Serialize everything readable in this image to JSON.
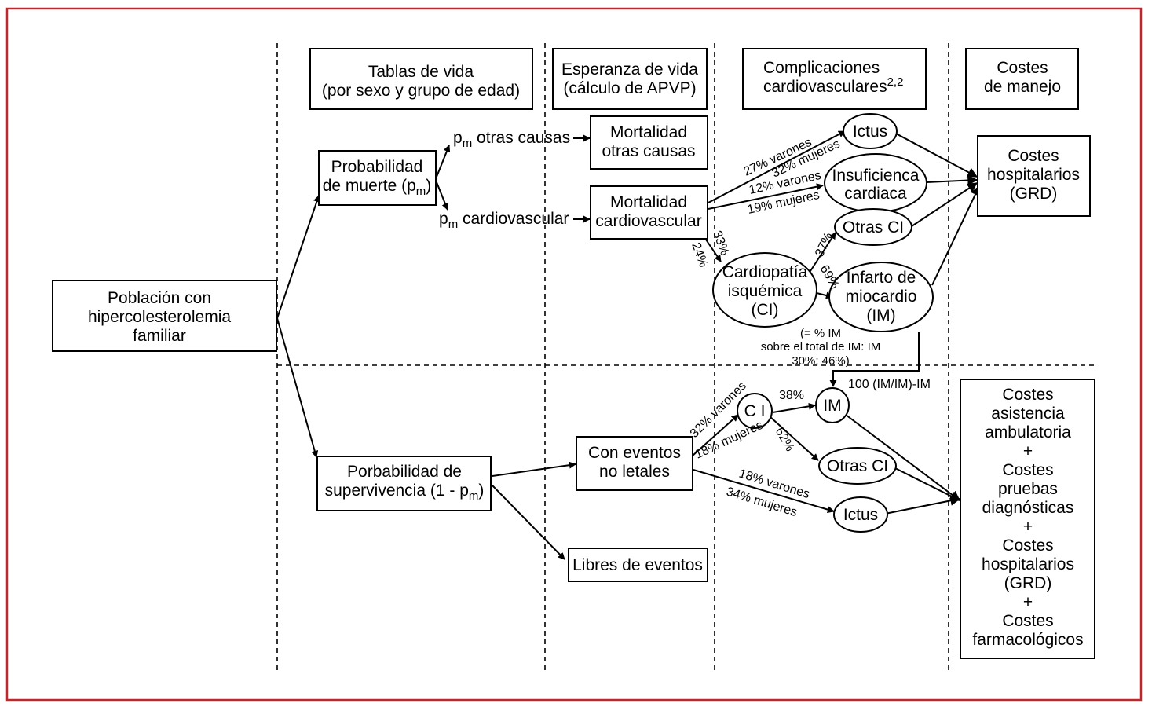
{
  "colors": {
    "frame": "#c0272d",
    "ink": "#000000"
  },
  "headers": {
    "tablas": [
      "Tablas de vida",
      "(por sexo y grupo de edad)"
    ],
    "esperanza": [
      "Esperanza de vida",
      "(cálculo de APVP)"
    ],
    "complicaciones": [
      "Complicaciones",
      "cardiovasculares",
      "2,2"
    ],
    "costes": [
      "Costes",
      "de manejo"
    ]
  },
  "nodes": {
    "poblacion": [
      "Población con",
      "hipercolesterolemia",
      "familiar"
    ],
    "prob_muerte": [
      "Probabilidad",
      "de muerte (p",
      "m",
      ")"
    ],
    "prob_superv": [
      "Porbabilidad de",
      "supervivencia (1 - p",
      "m",
      ")"
    ],
    "pm_otras": [
      "p",
      "m",
      " otras causas"
    ],
    "pm_cardio": [
      "p",
      "m",
      " cardiovascular"
    ],
    "mort_otras": [
      "Mortalidad",
      "otras causas"
    ],
    "mort_cardio": [
      "Mortalidad",
      "cardiovascular"
    ],
    "con_eventos": [
      "Con eventos",
      "no letales"
    ],
    "libres": "Libres de eventos",
    "ictus_top": "Ictus",
    "insuf": [
      "Insuficienca",
      "cardiaca"
    ],
    "otras_ci_top": "Otras CI",
    "cardiopatia": [
      "Cardiopatía",
      "isquémica",
      "(CI)"
    ],
    "infarto": [
      "Infarto de",
      "miocardio",
      "(IM)"
    ],
    "costes_hosp": [
      "Costes",
      "hospitalarios",
      "(GRD)"
    ],
    "ci_bottom": "C I",
    "im_bottom": "IM",
    "otras_ci_bottom": "Otras CI",
    "ictus_bottom": "Ictus",
    "costes_asist": [
      "Costes",
      "asistencia",
      "ambulatoria",
      "+",
      "Costes",
      "pruebas",
      "diagnósticas",
      "+",
      "Costes",
      "hospitalarios",
      "(GRD)",
      "+",
      "Costes",
      "farmacológicos"
    ]
  },
  "labels": {
    "v27": "27% varones",
    "m32": "32% mujeres",
    "v12": "12% varones",
    "m19": "19% mujeres",
    "p33": "33%",
    "p24": "24%",
    "p37": "37%",
    "p69": "69%",
    "im_note": [
      "(= % IM",
      "sobre el total de IM: IM",
      "30%; 46%)"
    ],
    "im_formula": "100 (IM/IM)-IM",
    "v32": "32% varones",
    "m18": "18% mujeres",
    "p38": "38%",
    "p62": "62%",
    "v18": "18% varones",
    "m34": "34% mujeres"
  }
}
